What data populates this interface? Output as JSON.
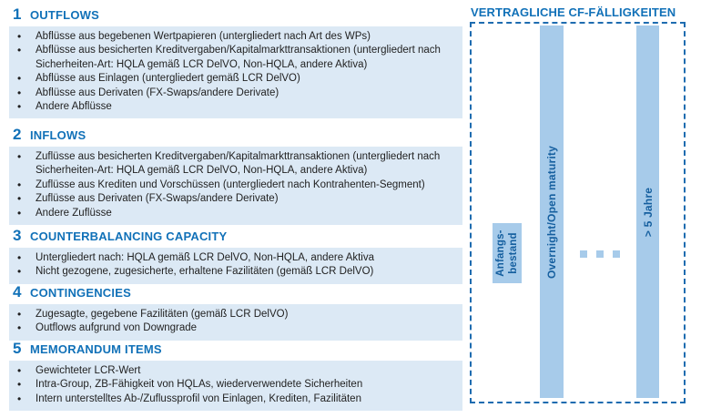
{
  "palette": {
    "header_blue": "#1171b8",
    "block_background": "#dce9f5",
    "bar_fill": "#a7cbea",
    "bar_label_blue": "#155f9f",
    "dashed_border_blue": "#1e6cb0",
    "body_text": "#1f1f1f"
  },
  "sections": [
    {
      "number": "1",
      "title": "OUTFLOWS",
      "bullets": [
        "Abflüsse aus begebenen Wertpapieren (untergliedert nach Art des WPs)",
        "Abflüsse aus besicherten Kreditvergaben/Kapitalmarkttransaktionen (untergliedert nach\nSicherheiten-Art: HQLA gemäß LCR DelVO, Non-HQLA, andere Aktiva)",
        "Abflüsse aus Einlagen (untergliedert gemäß LCR DelVO)",
        "Abflüsse aus Derivaten (FX-Swaps/andere Derivate)",
        "Andere Abflüsse"
      ]
    },
    {
      "number": "2",
      "title": "INFLOWS",
      "bullets": [
        "Zuflüsse aus besicherten Kreditvergaben/Kapitalmarkttransaktionen (untergliedert nach\nSicherheiten-Art: HQLA gemäß LCR DelVO, Non-HQLA, andere Aktiva)",
        "Zuflüsse aus Krediten und Vorschüssen (untergliedert nach Kontrahenten-Segment)",
        "Zuflüsse aus Derivaten (FX-Swaps/andere Derivate)",
        "Andere Zuflüsse"
      ]
    },
    {
      "number": "3",
      "title": "COUNTERBALANCING CAPACITY",
      "bullets": [
        "Untergliedert nach: HQLA gemäß LCR DelVO, Non-HQLA, andere Aktiva",
        "Nicht gezogene, zugesicherte, erhaltene Fazilitäten (gemäß LCR DelVO)"
      ]
    },
    {
      "number": "4",
      "title": "CONTINGENCIES",
      "bullets": [
        "Zugesagte, gegebene Fazilitäten (gemäß LCR DelVO)",
        "Outflows aufgrund von Downgrade"
      ]
    },
    {
      "number": "5",
      "title": "MEMORANDUM ITEMS",
      "bullets": [
        "Gewichteter LCR-Wert",
        "Intra-Group, ZB-Fähigkeit von HQLAs, wiederverwendete Sicherheiten",
        "Intern unterstelltes Ab-/Zuflussprofil von Einlagen, Krediten, Fazilitäten"
      ]
    }
  ],
  "right_panel": {
    "title": "VERTRAGLICHE CF-FÄLLIGKEITEN",
    "columns": [
      {
        "label": "Anfangs-\nbestand"
      },
      {
        "label": "Overnight/Open maturity"
      },
      {
        "label": "> 5 Jahre"
      }
    ],
    "ellipsis_dots": 3
  }
}
